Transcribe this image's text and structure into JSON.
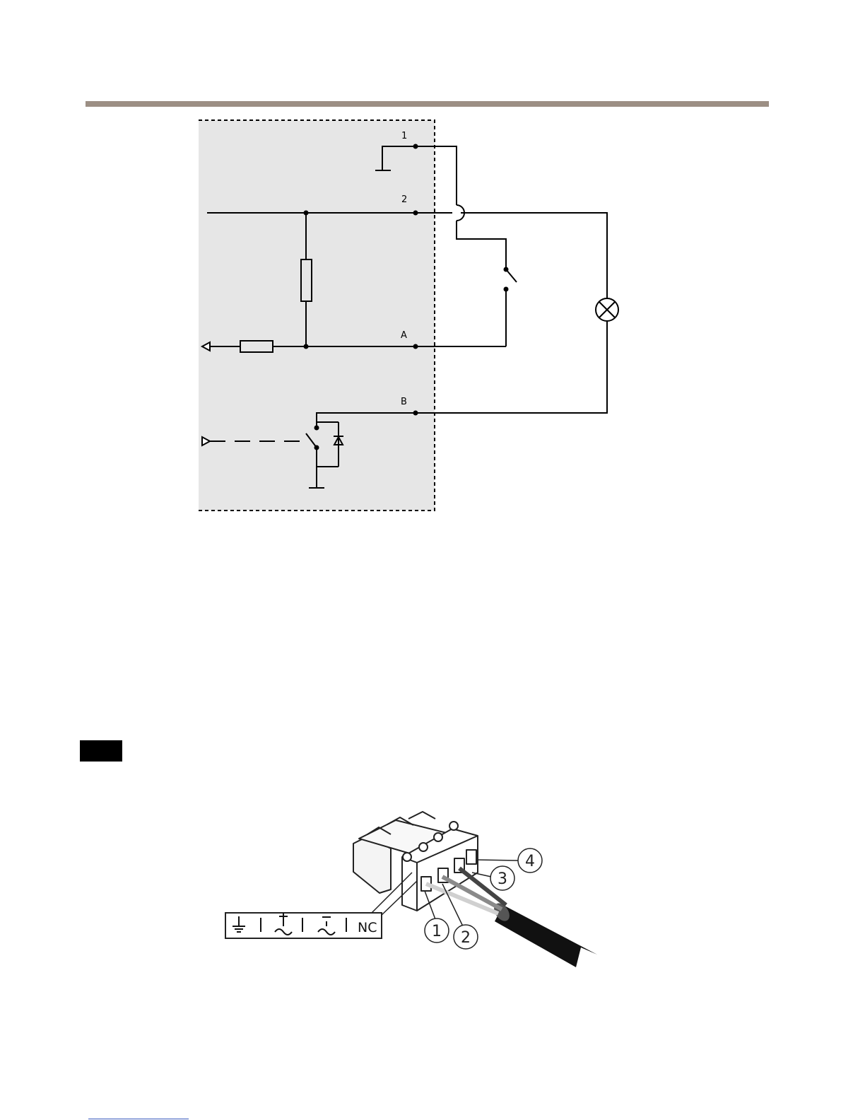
{
  "circuit": {
    "terminal_labels": [
      "1",
      "2",
      "A",
      "B"
    ]
  },
  "connector": {
    "callouts": [
      "1",
      "2",
      "3",
      "4"
    ],
    "pin_label_text": "NC"
  },
  "colors": {
    "header_rule": "#9c8f84",
    "shade": "#e6e6e6"
  }
}
